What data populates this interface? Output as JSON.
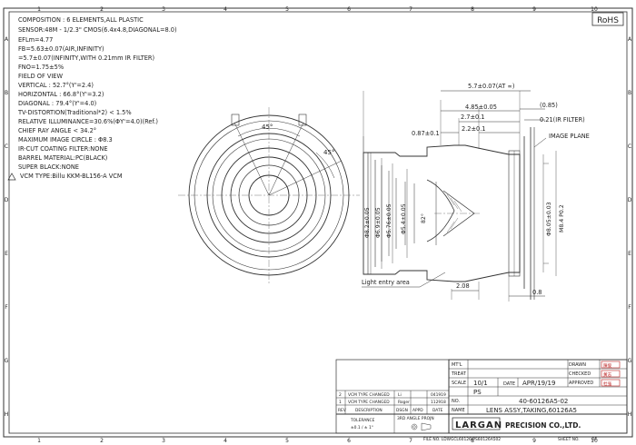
{
  "frame": {
    "cols_top": [
      "1",
      "2",
      "3",
      "4",
      "5",
      "6",
      "7",
      "8",
      "9",
      "10"
    ],
    "cols_bottom": [
      "1",
      "2",
      "3",
      "4",
      "5",
      "6",
      "7",
      "8",
      "9",
      "10"
    ],
    "rows": [
      "A",
      "B",
      "C",
      "D",
      "E",
      "F",
      "G",
      "H"
    ],
    "rohs": "RoHS"
  },
  "spec_lines": [
    "COMPOSITION : 6  ELEMENTS,ALL  PLASTIC",
    "SENSOR:48M - 1/2.3\"  CMOS(6.4x4.8,DIAGONAL=8.0)",
    "EFLm=4.77",
    "FB=5.63±0.07(AIR,INFINITY)",
    "    =5.7±0.07(INFINITY,WITH  0.21mm  IR  FILTER)",
    "FNO=1.75±5%",
    "FIELD  OF  VIEW",
    "    VERTICAL : 52.7°(Y'=2.4)",
    "    HORIZONTAL : 66.8°(Y'=3.2)",
    "    DIAGONAL : 79.4°(Y'=4.0)",
    "TV-DISTORTION(Traditional*2)  <  1.5%",
    "RELATIVE  ILLUMINANCE=30.6%(ΦY'=4.0)(Ref.)",
    "CHIEF  RAY  ANGLE  <  34.2°",
    "MAXIMUM  IMAGE  CIRCLE : Φ8.3",
    "IR-CUT  COATING  FILTER:NONE",
    "BARREL  MATERIAL:PC(BLACK)",
    "SUPER  BLACK:NONE",
    "VCM  TYPE:Billu  KKM-BL156-A  VCM"
  ],
  "front_view": {
    "angle_left": "45°",
    "angle_right": "45°"
  },
  "side_view": {
    "dim_total": "5.7±0.07(AT ∞)",
    "dim_bfl": "4.85±0.05",
    "dim_a": "2.7±0.1",
    "dim_b": "2.2±0.1",
    "dim_c": "0.87±0.1",
    "dim_gap": "(0.85)",
    "dim_filter": "0.21(IR FILTER)",
    "image_plane": "IMAGE PLANE",
    "d1": "Φ8.2±0.05",
    "d2": "Φ6.9±0.05",
    "d3": "Φ5.76±0.05",
    "d4": "Φ5.4±0.05",
    "angle": "82°",
    "d5": "Φ8.05±0.03",
    "thread": "M8.4  P0.2",
    "light_entry": "Light entry area",
    "dim_bottom": "2.08",
    "dim_bottom2": "0.8"
  },
  "title_block": {
    "mtl_label": "MT'L",
    "treat_label": "TREAT",
    "scale_label": "SCALE",
    "no_label": "NO.",
    "name_label": "NAME",
    "scale": "10/1",
    "date_label": "DATE",
    "date": "APR/19/19",
    "ps": "PS",
    "part_no": "40-60126A5-02",
    "part_name": "LENS ASSY,TAKING,60126A5",
    "drawn": "DRAWN",
    "checked": "CHECKED",
    "approved": "APPROVED",
    "stamp1": "陳俊",
    "stamp2": "黃志",
    "stamp3": "杜強",
    "rev_headers": [
      "REV",
      "DESCRIPTION",
      "DSGN",
      "APPD",
      "DATE"
    ],
    "rev_rows": [
      {
        "rev": "2",
        "desc": "VCM TYPE CHANGED",
        "dsgn": "Li",
        "appd": "",
        "date": "041919"
      },
      {
        "rev": "1",
        "desc": "VCM TYPE CHANGED",
        "dsgn": "Roger",
        "appd": "",
        "date": "112918"
      }
    ],
    "tolerance_label": "TOLERANCE",
    "tolerance_value": "±0.1 / ± 1°",
    "angle_proj": "3RD ANGLE PROJN",
    "company_logo": "LARGAN",
    "company_name": "PRECISION CO.,LTD.",
    "file_no": "FILE NO. LDWGCL60126\\PS60126A502",
    "sheet_no": "SHEET NO.",
    "of": "OF"
  }
}
